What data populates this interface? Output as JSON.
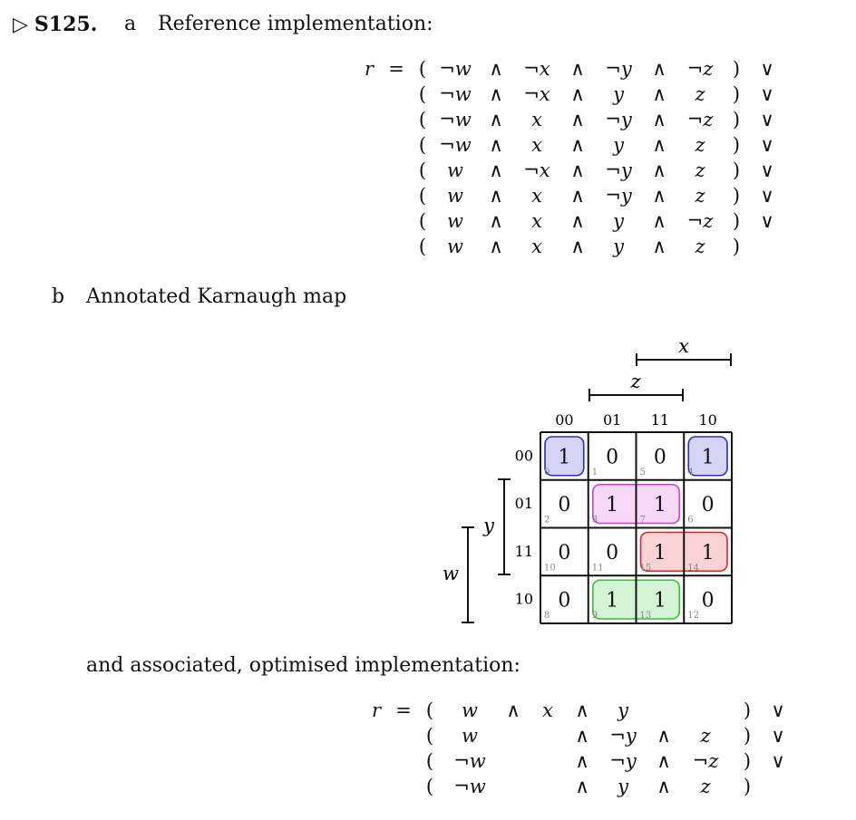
{
  "header": {
    "triangle": "▷",
    "label": "S125.",
    "part_a_letter": "a",
    "part_a_title": "Reference implementation:",
    "part_b_letter": "b",
    "part_b_title": "Annotated Karnaugh map",
    "after_map_text": "and associated, optimised implementation:"
  },
  "symbols": {
    "lhs": "r",
    "eq": "=",
    "lparen": "(",
    "rparen": ")",
    "and": "∧",
    "or": "∨"
  },
  "reference_rows": [
    [
      "¬w",
      "¬x",
      "¬y",
      "¬z"
    ],
    [
      "¬w",
      "¬x",
      "y",
      "z"
    ],
    [
      "¬w",
      "x",
      "¬y",
      "¬z"
    ],
    [
      "¬w",
      "x",
      "y",
      "z"
    ],
    [
      "w",
      "¬x",
      "¬y",
      "z"
    ],
    [
      "w",
      "x",
      "¬y",
      "z"
    ],
    [
      "w",
      "x",
      "y",
      "¬z"
    ],
    [
      "w",
      "x",
      "y",
      "z"
    ]
  ],
  "optimised_rows": [
    [
      "w",
      "x",
      "y",
      ""
    ],
    [
      "w",
      "",
      "¬y",
      "z"
    ],
    [
      "¬w",
      "",
      "¬y",
      "¬z"
    ],
    [
      "¬w",
      "",
      "y",
      "z"
    ]
  ],
  "kmap": {
    "col_headers": [
      "00",
      "01",
      "11",
      "10"
    ],
    "row_headers": [
      "00",
      "01",
      "11",
      "10"
    ],
    "brackets": {
      "x": "x",
      "z": "z",
      "y": "y",
      "w": "w"
    },
    "values": [
      [
        "1",
        "0",
        "0",
        "1"
      ],
      [
        "0",
        "1",
        "1",
        "0"
      ],
      [
        "0",
        "0",
        "1",
        "1"
      ],
      [
        "0",
        "1",
        "1",
        "0"
      ]
    ],
    "indices": [
      [
        "0",
        "1",
        "5",
        "4"
      ],
      [
        "2",
        "3",
        "7",
        "6"
      ],
      [
        "10",
        "11",
        "15",
        "14"
      ],
      [
        "8",
        "9",
        "13",
        "12"
      ]
    ],
    "group_colors": {
      "blue": "#2a2ad6",
      "magenta": "#d43bd4",
      "red": "#e02424",
      "green": "#2fc42f"
    }
  }
}
